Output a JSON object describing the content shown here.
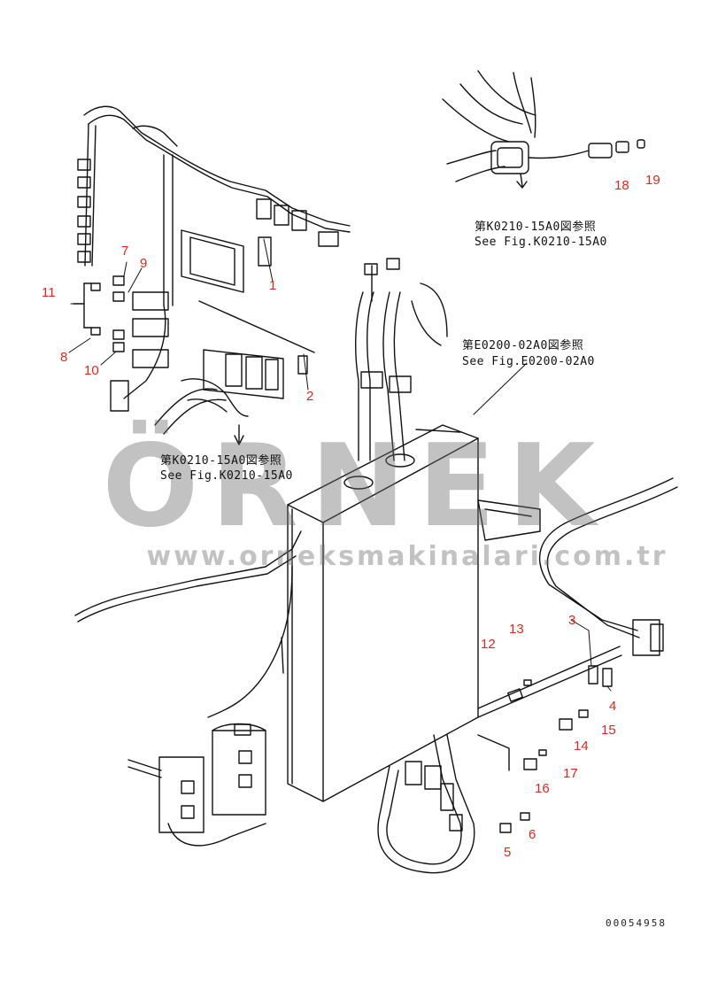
{
  "callouts": {
    "n1": "1",
    "n2": "2",
    "n3": "3",
    "n4": "4",
    "n5": "5",
    "n6": "6",
    "n7": "7",
    "n8": "8",
    "n9": "9",
    "n10": "10",
    "n11": "11",
    "n12": "12",
    "n13": "13",
    "n14": "14",
    "n15": "15",
    "n16": "16",
    "n17": "17",
    "n18": "18",
    "n19": "19"
  },
  "references": {
    "top_right_jp": "第K0210-15A0図参照",
    "top_right_en": "See Fig.K0210-15A0",
    "mid_right_jp": "第E0200-02A0図参照",
    "mid_right_en": "See Fig.E0200-02A0",
    "left_jp": "第K0210-15A0図参照",
    "left_en": "See Fig.K0210-15A0"
  },
  "watermark": {
    "brand": "ÖRNEK",
    "url": "www.orneksmakinalari.com.tr"
  },
  "document_number": "00054958",
  "colors": {
    "callout": "#e0281e",
    "line": "#111111",
    "watermark": "#8a8a8a",
    "watermark_accent": "#f2c84a"
  }
}
